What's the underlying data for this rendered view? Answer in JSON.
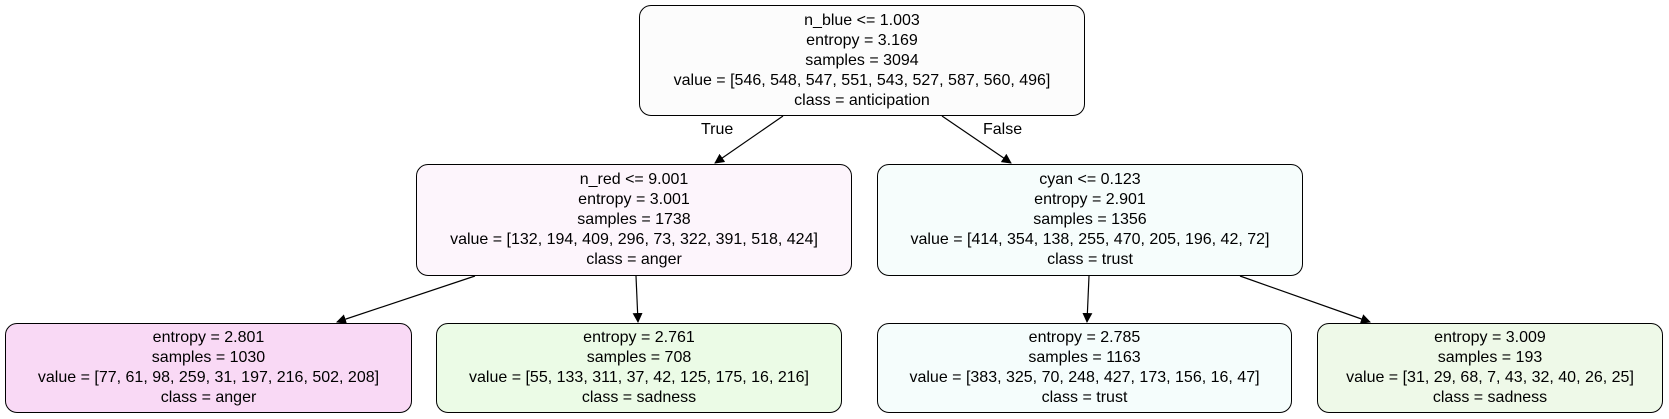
{
  "colors": {
    "root": "#fcfcfc",
    "left": "#fdf5fc",
    "right": "#f6fdfc",
    "ll": "#f9d9f5",
    "lr": "#ebfbe6",
    "rl": "#f5fdfc",
    "rr": "#eef9e8"
  },
  "root": {
    "rule": "n_blue <= 1.003",
    "entropy": "entropy = 3.169",
    "samples": "samples = 3094",
    "value": "value = [546, 548, 547, 551, 543, 527, 587, 560, 496]",
    "class": "class = anticipation"
  },
  "left": {
    "rule": "n_red <= 9.001",
    "entropy": "entropy = 3.001",
    "samples": "samples = 1738",
    "value": "value = [132, 194, 409, 296, 73, 322, 391, 518, 424]",
    "class": "class = anger"
  },
  "right": {
    "rule": "cyan <= 0.123",
    "entropy": "entropy = 2.901",
    "samples": "samples = 1356",
    "value": "value = [414, 354, 138, 255, 470, 205, 196, 42, 72]",
    "class": "class = trust"
  },
  "ll": {
    "entropy": "entropy = 2.801",
    "samples": "samples = 1030",
    "value": "value = [77, 61, 98, 259, 31, 197, 216, 502, 208]",
    "class": "class = anger"
  },
  "lr": {
    "entropy": "entropy = 2.761",
    "samples": "samples = 708",
    "value": "value = [55, 133, 311, 37, 42, 125, 175, 16, 216]",
    "class": "class = sadness"
  },
  "rl": {
    "entropy": "entropy = 2.785",
    "samples": "samples = 1163",
    "value": "value = [383, 325, 70, 248, 427, 173, 156, 16, 47]",
    "class": "class = trust"
  },
  "rr": {
    "entropy": "entropy = 3.009",
    "samples": "samples = 193",
    "value": "value = [31, 29, 68, 7, 43, 32, 40, 26, 25]",
    "class": "class = sadness"
  },
  "edge_labels": {
    "true": "True",
    "false": "False"
  }
}
